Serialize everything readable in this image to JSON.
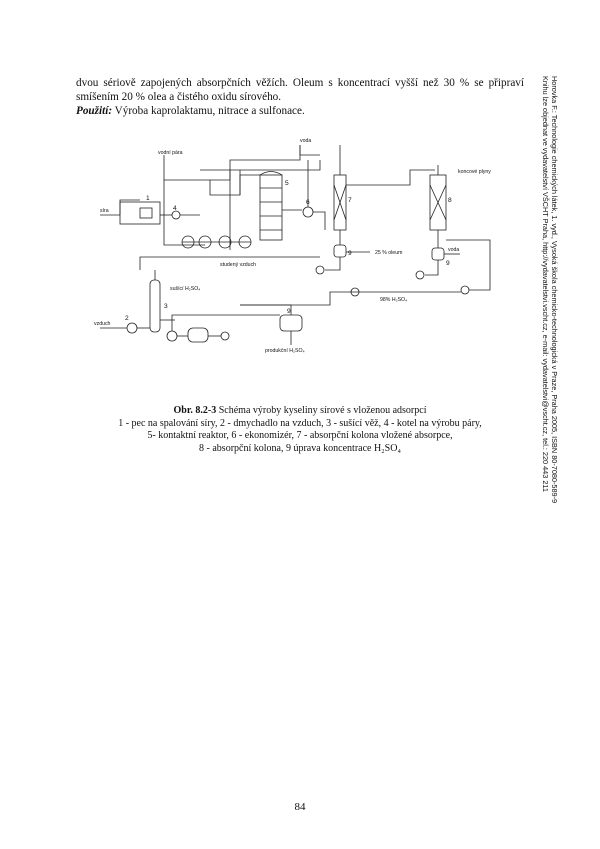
{
  "body_text": {
    "line1": "dvou sériově zapojených absorpčních věžích. Oleum s koncentrací vyšší než 30 % se připraví smíšením 20 % olea a čistého oxidu sírového.",
    "usage_label": "Použití:",
    "usage_text": " Výroba kaprolaktamu, nitrace a sulfonace."
  },
  "diagram": {
    "labels": {
      "sira": "síra",
      "vodni_para": "vodní pára",
      "voda_top": "voda",
      "koncove_plyny": "koncové plyny",
      "studeny_vzduch": "studený vzduch",
      "susici_h2so4": "sušící H₂SO₄",
      "vzduch": "vzduch",
      "oleum": "25 % oleum",
      "voda_right": "voda",
      "kyselina_98": "98% H₂SO₄",
      "produkcni": "produkční H₂SO₄"
    },
    "numbers": {
      "n1": "1",
      "n2": "2",
      "n3": "3",
      "n4": "4",
      "n5": "5",
      "n6": "6",
      "n7": "7",
      "n8": "8",
      "n9a": "9",
      "n9b": "9",
      "n9c": "9"
    }
  },
  "caption": {
    "label": "Obr. 8.2-3",
    "title": "  Schéma výroby kyseliny sírové s vloženou adsorpcí",
    "line2": "1 - pec na spalování síry, 2 - dmychadlo na vzduch, 3 - sušící věž, 4 - kotel na výrobu páry,",
    "line3": "5- kontaktní reaktor, 6 - ekonomizér, 7 - absorpční kolona vložené absorpce,",
    "line4": "8 - absorpční kolona, 9 úprava koncentrace H₂SO₄"
  },
  "side_note": {
    "line1": "Horovka F.: Technologie chemických látek, 1. vyd., Vysoká škola chemicko-technologická v Praze, Praha 2005, ISBN 80-7080-589-9",
    "line2": "Knihu lze objednat ve vydavatelství VŠCHT Praha, http://vydavatelstvi.vscht.cz, e-mail: vydavatelstvi@vscht.cz, tel.: 220 443 211"
  },
  "page_number": "84"
}
